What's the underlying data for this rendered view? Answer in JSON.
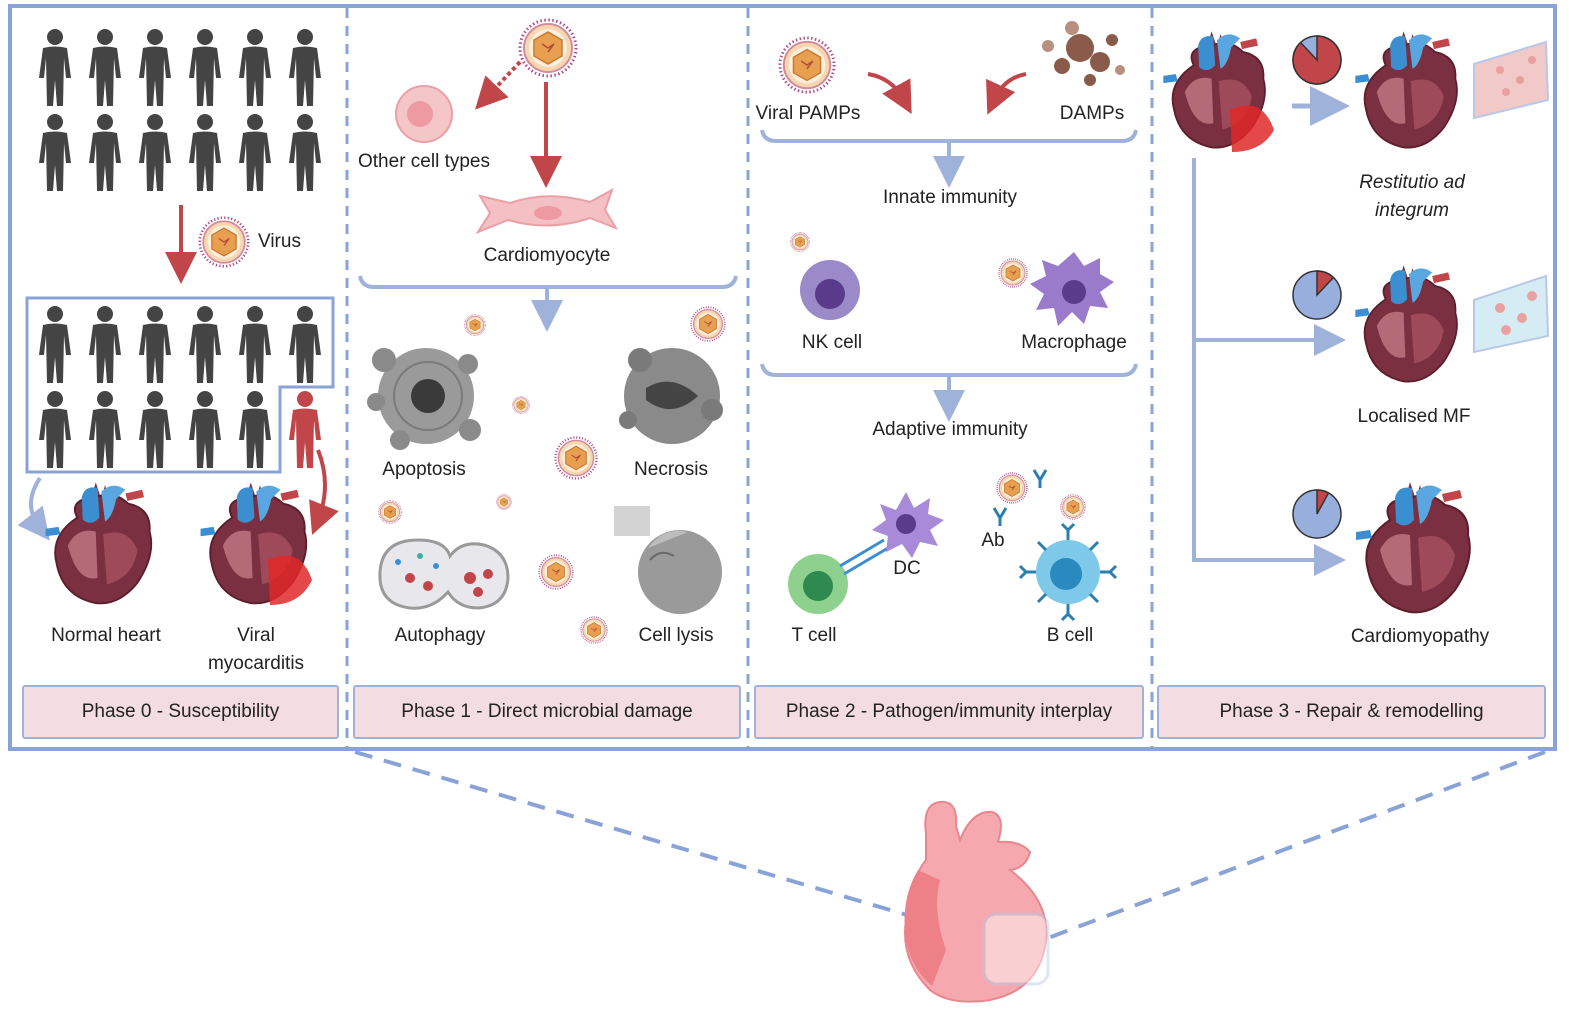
{
  "colors": {
    "frame": "#8aa3d6",
    "dash": "#8aa3d6",
    "person": "#444444",
    "person_affected": "#c0464a",
    "arrow_red": "#c0464a",
    "arrow_blue": "#9fb2da",
    "phase_fill": "#f3dde3",
    "heart_dark": "#7a3040",
    "heart_light": "#f5a8ae",
    "virus": "#e8a050"
  },
  "phase0": {
    "virus_label": "Virus",
    "normal_label": "Normal heart",
    "myocarditis_line1": "Viral",
    "myocarditis_line2": "myocarditis",
    "title": "Phase 0 - Susceptibility"
  },
  "phase1": {
    "other_cells_label": "Other cell types",
    "cardiomyocyte_label": "Cardiomyocyte",
    "apoptosis_label": "Apoptosis",
    "necrosis_label": "Necrosis",
    "autophagy_label": "Autophagy",
    "lysis_label": "Cell lysis",
    "title": "Phase 1 - Direct microbial damage"
  },
  "phase2": {
    "pamps_label": "Viral PAMPs",
    "damps_label": "DAMPs",
    "innate_label": "Innate immunity",
    "nk_label": "NK cell",
    "macrophage_label": "Macrophage",
    "adaptive_label": "Adaptive immunity",
    "dc_label": "DC",
    "ab_label": "Ab",
    "tcell_label": "T cell",
    "bcell_label": "B cell",
    "title": "Phase 2 - Pathogen/immunity interplay"
  },
  "phase3": {
    "restitutio_line1": "Restitutio ad",
    "restitutio_line2": "integrum",
    "localised_label": "Localised MF",
    "cardiomyopathy_label": "Cardiomyopathy",
    "title": "Phase 3 - Repair & remodelling",
    "pies": [
      {
        "outcome": "Restitutio ad integrum",
        "fraction": 0.88
      },
      {
        "outcome": "Localised MF",
        "fraction": 0.12
      },
      {
        "outcome": "Cardiomyopathy",
        "fraction": 0.08
      }
    ]
  }
}
